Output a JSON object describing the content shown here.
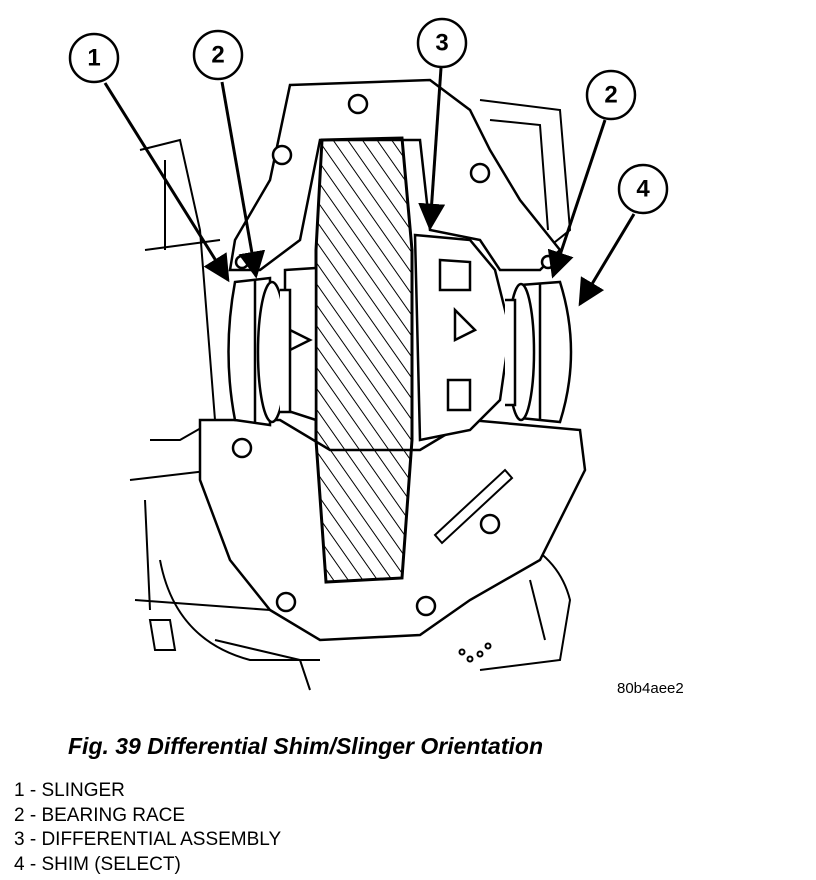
{
  "callouts": [
    {
      "number": "1"
    },
    {
      "number": "2"
    },
    {
      "number": "3"
    },
    {
      "number": "2"
    },
    {
      "number": "4"
    }
  ],
  "image_code": "80b4aee2",
  "figure_title": "Fig. 39 Differential Shim/Slinger Orientation",
  "legend": [
    {
      "text": "1 - SLINGER"
    },
    {
      "text": "2 - BEARING RACE"
    },
    {
      "text": "3 - DIFFERENTIAL ASSEMBLY"
    },
    {
      "text": "4 - SHIM (SELECT)"
    }
  ]
}
